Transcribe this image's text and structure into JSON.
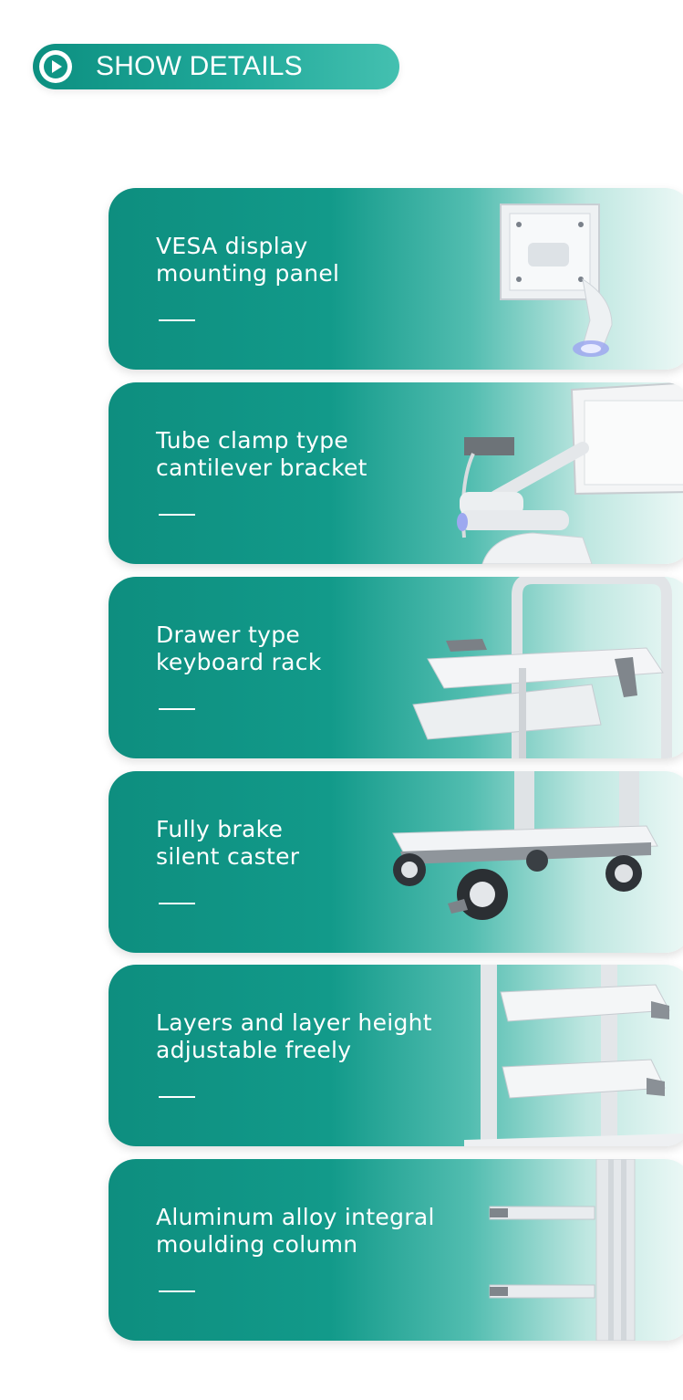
{
  "header": {
    "title": "SHOW DETAILS",
    "play_icon": "play-icon",
    "colors": {
      "pill_start": "#0c8f80",
      "pill_end": "#44c0b0"
    }
  },
  "features": [
    {
      "line1": "VESA display",
      "line2": "mounting panel",
      "image": "vesa-mount-panel-image"
    },
    {
      "line1": "Tube clamp type",
      "line2": "cantilever bracket",
      "image": "cantilever-arm-image"
    },
    {
      "line1": "Drawer type",
      "line2": "keyboard rack",
      "image": "keyboard-drawer-image"
    },
    {
      "line1": "Fully brake",
      "line2": "silent caster",
      "image": "caster-wheel-image"
    },
    {
      "line1": "Layers and layer height",
      "line2": "adjustable freely",
      "image": "adjustable-shelves-image"
    },
    {
      "line1": "Aluminum alloy integral",
      "line2": "moulding column",
      "image": "aluminum-column-image"
    }
  ],
  "colors": {
    "card_teal": "#0e8e7f",
    "card_light": "#eef9f7",
    "text": "#ffffff"
  }
}
